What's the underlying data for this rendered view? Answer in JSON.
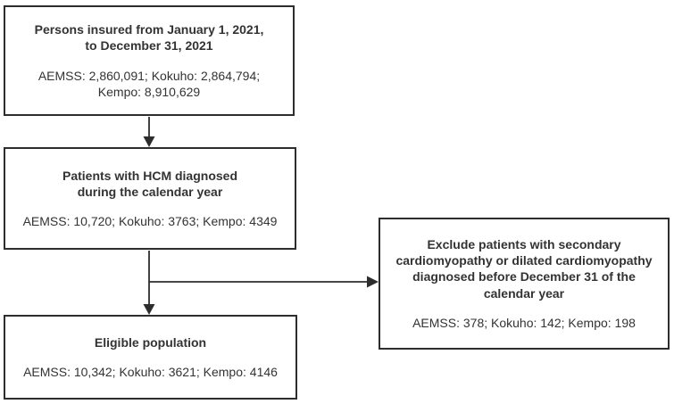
{
  "figure": {
    "background_color": "#ffffff",
    "line_color": "#2d2d2d",
    "text_color": "#333333"
  },
  "flowchart": {
    "boxes": {
      "persons_insured": {
        "title": "Persons insured from January 1, 2021,\nto December 31, 2021",
        "stats": "AEMSS: 2,860,091; Kokuho: 2,864,794; Kempo: 8,910,629"
      },
      "hcm_patients": {
        "title": "Patients with HCM diagnosed\nduring the calendar year",
        "stats": "AEMSS: 10,720; Kokuho: 3763; Kempo: 4349"
      },
      "exclusion": {
        "title": "Exclude patients with secondary\ncardiomyopathy or dilated cardiomyopathy\ndiagnosed before December 31 of the\ncalendar year",
        "stats": "AEMSS: 378; Kokuho: 142; Kempo: 198"
      },
      "eligible": {
        "title": "Eligible population",
        "stats": "AEMSS: 10,342; Kokuho: 3621; Kempo: 4146"
      }
    },
    "edges": [
      {
        "from": "persons_insured",
        "to": "hcm_patients",
        "type": "arrow-down"
      },
      {
        "from": "hcm_patients",
        "to": "eligible",
        "type": "arrow-down"
      },
      {
        "from": "hcm_patients",
        "to": "exclusion",
        "type": "arrow-right-branch"
      }
    ]
  }
}
